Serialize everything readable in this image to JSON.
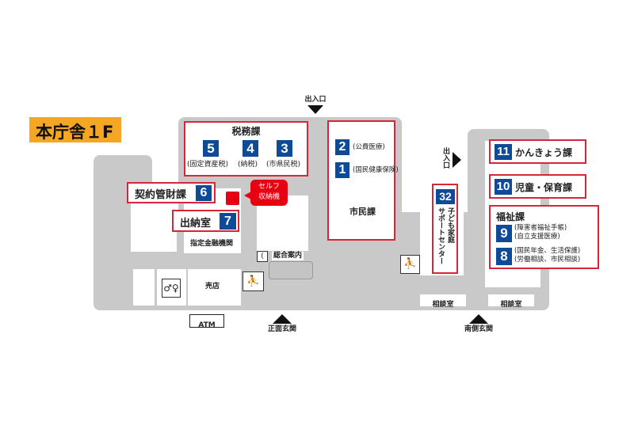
{
  "floor_label": "本庁舎１F",
  "colors": {
    "floor_label_bg": "#f5a623",
    "building_grey": "#c9c9c9",
    "number_badge": "#0d4a98",
    "room_border": "#d6263a",
    "self_pay_red": "#e60012"
  },
  "entrances": {
    "north": "出入口",
    "east": "出入口",
    "main": "正面玄関",
    "south": "南側玄関"
  },
  "tax_division": {
    "title": "税務課",
    "counters": [
      {
        "number": "5",
        "desc": "(固定資産税)"
      },
      {
        "number": "4",
        "desc": "(納税)"
      },
      {
        "number": "3",
        "desc": "(市県民税)"
      }
    ]
  },
  "contract": {
    "title": "契約管財課",
    "number": "6"
  },
  "cashier": {
    "title": "出納室",
    "number": "7"
  },
  "self_payment": {
    "line1": "セルフ",
    "line2": "収納機"
  },
  "designated_bank": "指定金融機関",
  "information": {
    "label": "総合案内",
    "icon": "phone-icon"
  },
  "citizens": {
    "title": "市民課",
    "counters": [
      {
        "number": "2",
        "desc": "(公費医療)"
      },
      {
        "number": "1",
        "desc": "(国民健康保険)"
      }
    ]
  },
  "child_support": {
    "number": "32",
    "line1": "子ども家庭",
    "line2": "サポートセンター"
  },
  "environment": {
    "number": "11",
    "title": "かんきょう課"
  },
  "childcare": {
    "number": "10",
    "title": "児童・保育課"
  },
  "welfare": {
    "title": "福祉課",
    "counters": [
      {
        "number": "9",
        "desc1": "(障害者福祉手帳)",
        "desc2": "(自立支援医療)"
      },
      {
        "number": "8",
        "desc1": "(国民年金、生活保護)",
        "desc2": "(労働相談、市民相談)"
      }
    ]
  },
  "shop": "売店",
  "atm": "ATM",
  "consult_rooms": [
    "相談室",
    "相談室"
  ],
  "icons": {
    "restroom": "restroom-icon",
    "stairs": "stairs-icon"
  }
}
